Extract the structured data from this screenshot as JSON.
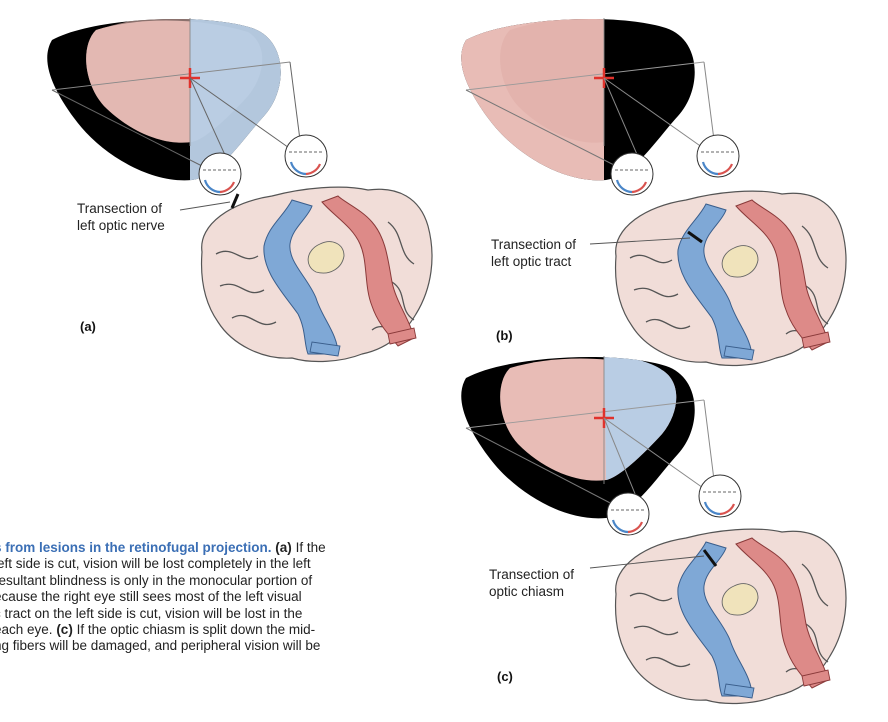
{
  "labels": {
    "a_line1": "Transection of",
    "a_line2": "left optic nerve",
    "b_line1": "Transection of",
    "b_line2": "left optic tract",
    "c_line1": "Transection of",
    "c_line2": "optic chiasm"
  },
  "panels": {
    "a": "(a)",
    "b": "(b)",
    "c": "(c)"
  },
  "colors": {
    "left_field": "#e8bcb6",
    "right_field": "#b9cde4",
    "blind": "#000000",
    "red_pathway": "#dd8a88",
    "blue_pathway": "#7fa8d6",
    "cortex": "#f1ddd8",
    "fixation_cross": "#e0322c"
  },
  "caption": {
    "title": "s from lesions in the retinofugal projection.",
    "l1_pre": "(a)",
    "l1_post": "If the",
    "l2": "left side is cut, vision will be lost completely in the left",
    "l3": "resultant blindness is only in the monocular portion of",
    "l4": "ecause the right eye still sees most of the left visual",
    "l5": "c tract on the left side is cut, vision will be lost in the",
    "l6_pre": "each eye.",
    "l6_bold": "(c)",
    "l6_post": "If the optic chiasm is split down the mid-",
    "l7": "ng fibers will be damaged, and peripheral vision will be"
  }
}
